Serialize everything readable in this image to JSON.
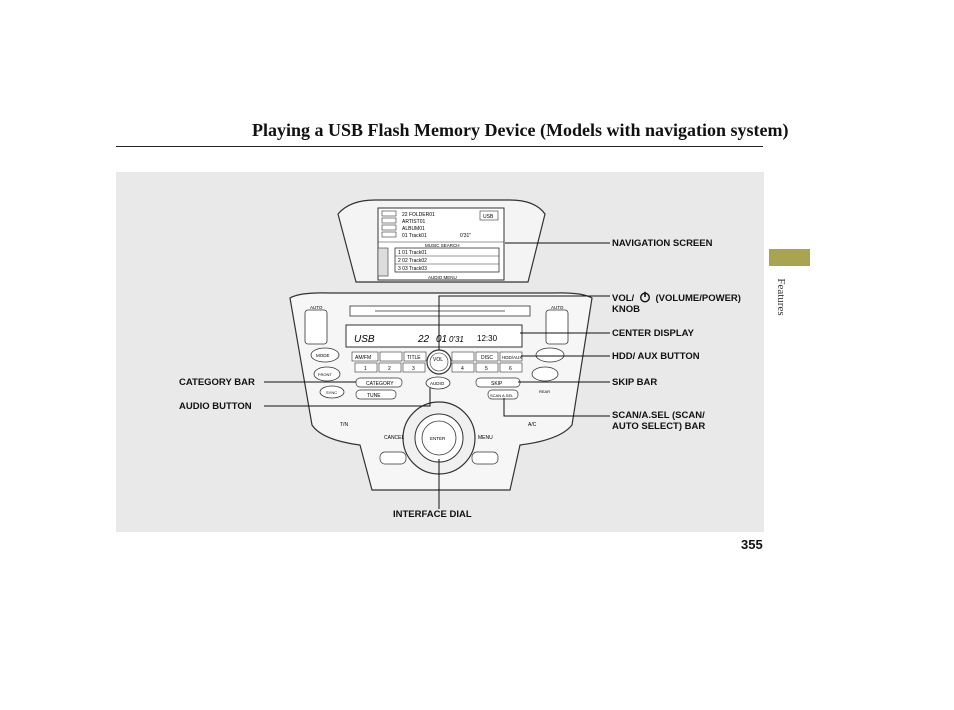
{
  "page": {
    "title": "Playing a USB Flash Memory Device (Models with navigation system)",
    "section_tab": "Features",
    "page_number": "355",
    "accent_color": "#a8a44f",
    "panel_color": "#e9e9e9"
  },
  "callouts": {
    "navigation_screen": "NAVIGATION SCREEN",
    "vol_line1_a": "VOL/",
    "vol_line1_b": "(VOLUME/POWER)",
    "vol_line2": "KNOB",
    "center_display": "CENTER DISPLAY",
    "hdd_aux": "HDD/ AUX BUTTON",
    "skip_bar": "SKIP BAR",
    "scan_line1": "SCAN/A.SEL (SCAN/",
    "scan_line2": "AUTO SELECT) BAR",
    "category_bar": "CATEGORY BAR",
    "audio_button": "AUDIO BUTTON",
    "interface_dial": "INTERFACE DIAL",
    "power_icon": "power-icon"
  },
  "device": {
    "screen": {
      "row1": "22 FOLDER01",
      "row2": "ARTIST01",
      "row3": "ALBUM01",
      "row4": "01 Track01",
      "time": "0'31\"",
      "badge": "USB",
      "music_search": "MUSIC SEARCH",
      "tracks": [
        "1  01 Track01",
        "2  02 Track02",
        "3  03 Track03"
      ],
      "audio_menu": "AUDIO MENU"
    },
    "display": {
      "source": "USB",
      "folder": "22",
      "track": "01",
      "elapsed": "0'31",
      "clock": "12:30"
    },
    "buttons": {
      "am_fm": "AM/FM",
      "title": "TITLE",
      "disc": "DISC",
      "hdd_aux": "HDD/AUX",
      "category": "CATEGORY",
      "tune": "TUNE",
      "audio": "AUDIO",
      "skip": "SKIP",
      "scan": "SCAN A.SEL",
      "cancel": "CANCEL",
      "enter": "ENTER",
      "menu": "MENU",
      "vol": "VOL",
      "mode": "MODE",
      "sync": "SYNC",
      "tn": "T/N",
      "ac": "A/C",
      "rear": "REAR",
      "front": "FRONT",
      "driver_auto": "AUTO",
      "passenger_auto": "AUTO",
      "presets": [
        "1",
        "2",
        "3",
        "4",
        "5",
        "6"
      ]
    }
  }
}
